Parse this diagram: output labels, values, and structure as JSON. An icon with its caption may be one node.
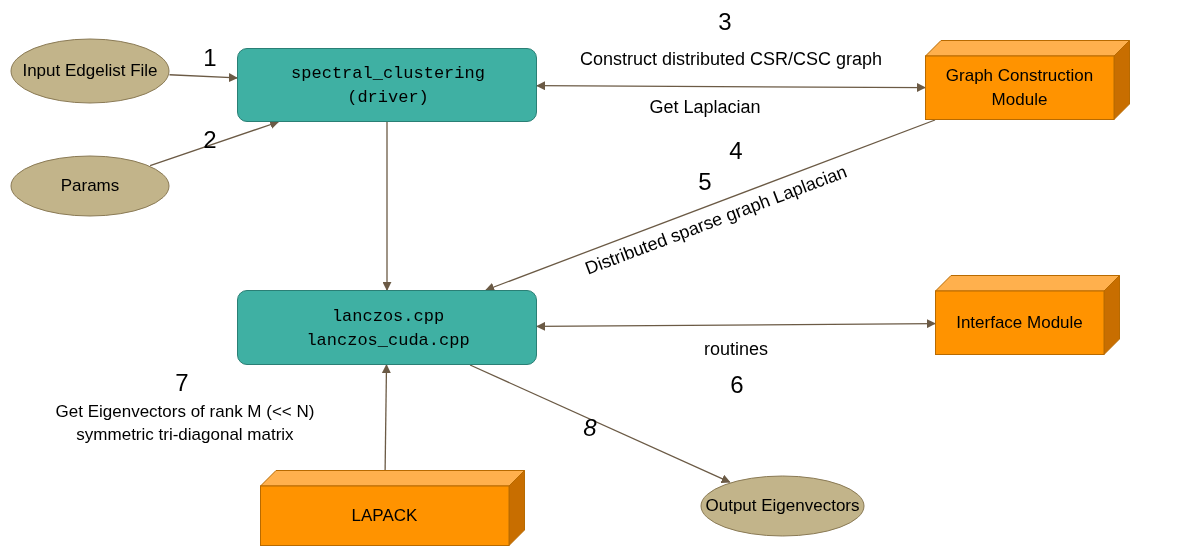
{
  "diagram": {
    "nodes": [
      {
        "text": [
          "Input Edgelist File"
        ]
      },
      {
        "text": [
          "Params"
        ]
      },
      {
        "text": [
          "spectral_clustering (driver)"
        ]
      },
      {
        "text": [
          "Graph Construction Module"
        ]
      },
      {
        "text": [
          "lanczos.cpp lanczos_cuda.cpp"
        ]
      },
      {
        "text": [
          "Interface Module"
        ]
      },
      {
        "text": [
          "LAPACK"
        ]
      },
      {
        "text": [
          "Output Eigenvectors"
        ]
      }
    ],
    "edges": [
      {
        "from": 0,
        "to": 2,
        "arrow": "to"
      },
      {
        "from": 1,
        "to": 2,
        "arrow": "to"
      },
      {
        "from": 2,
        "to": 3,
        "arrow": "both",
        "label": "Construct distributed CSR/CSC graph"
      },
      {
        "from": 2,
        "to": 4,
        "arrow": "to"
      },
      {
        "from": 3,
        "to": 4,
        "arrow": "to",
        "label": "Distributed sparse graph Laplacian"
      },
      {
        "from": 4,
        "to": 5,
        "arrow": "both",
        "label": "routines"
      },
      {
        "from": 4,
        "to": 6,
        "arrow": "both"
      },
      {
        "from": 4,
        "to": 7,
        "arrow": "to"
      }
    ],
    "labels": [
      "1",
      "2",
      "3",
      "Get Laplacian",
      "4",
      "5",
      "6",
      "7",
      "Get Eigenvectors of rank M (<< N) symmetric tri-diagonal matrix",
      "8"
    ]
  }
}
